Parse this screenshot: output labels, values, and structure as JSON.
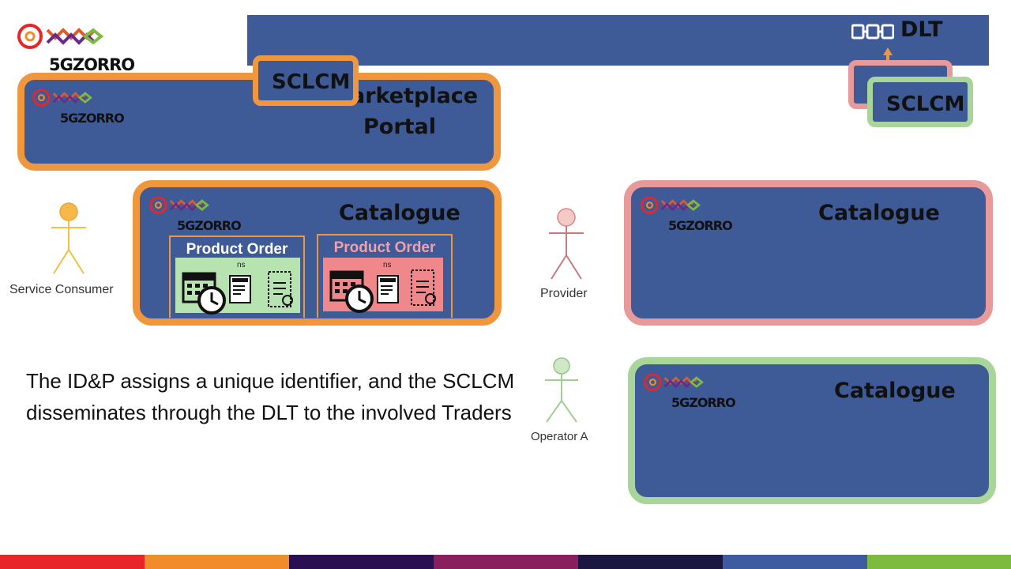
{
  "logo": {
    "brand": "5GZORRO"
  },
  "dlt": {
    "label": "DLT",
    "icon": "blockchain-chain-icon"
  },
  "sclcm": {
    "label": "SCLCM"
  },
  "marketplace": {
    "line1": "arketplace",
    "line2": "Portal"
  },
  "catalogue": {
    "label": "Catalogue"
  },
  "product_order": {
    "label": "Product Order",
    "ns": "ns"
  },
  "actors": {
    "consumer": "Service Consumer",
    "provider": "Provider",
    "operator": "Operator A"
  },
  "caption": "The ID&P assigns a unique identifier, and the SCLCM disseminates through the DLT to the involved Traders",
  "colors": {
    "box_blue": "#3e5a97",
    "orange": "#f0973d",
    "pink": "#e89a9a",
    "green": "#a9d59a",
    "stripes": [
      "#e8262a",
      "#f28c2a",
      "#2a0f52",
      "#8a1f5e",
      "#1a1740",
      "#3e5aa0",
      "#7dbb3f"
    ]
  }
}
